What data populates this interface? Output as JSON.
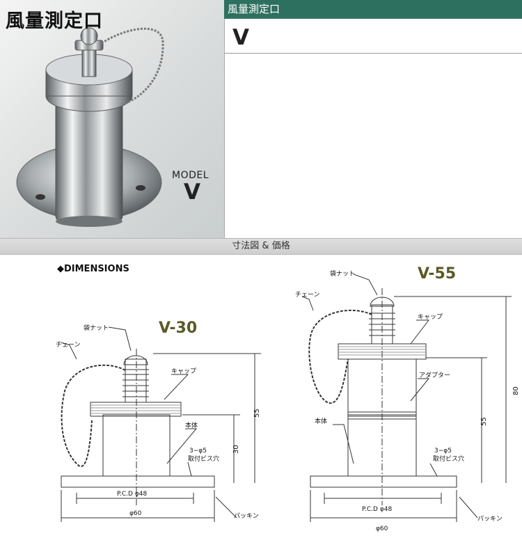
{
  "header": {
    "title": "風量測定口",
    "green_bar": "風量測定口",
    "model_code": "V"
  },
  "photo": {
    "model_label": "MODEL",
    "model_value": "V"
  },
  "section_bar": "寸法図 & 価格",
  "drawing": {
    "heading": "◆DIMENSIONS",
    "v30": {
      "title": "V-30",
      "labels": {
        "bag_nut": "袋ナット",
        "chain": "チェーン",
        "cap": "キャップ",
        "body": "本体",
        "holes_1": "3−φ5",
        "holes_2": "取付ビス穴",
        "packing": "パッキン"
      },
      "dims": {
        "height": "55",
        "body_height": "30",
        "pcd": "P.C.D φ48",
        "diameter": "φ60"
      }
    },
    "v55": {
      "title": "V-55",
      "labels": {
        "bag_nut": "袋ナット",
        "chain": "チェーン",
        "cap": "キャップ",
        "adapter": "アダプター",
        "body": "本体",
        "holes_1": "3−φ5",
        "holes_2": "取付ビス穴",
        "packing": "パッキン"
      },
      "dims": {
        "height": "80",
        "body_height": "55",
        "pcd": "P.C.D φ48",
        "diameter": "φ60"
      }
    }
  },
  "colors": {
    "green_bar": "#2e7060",
    "title_olive": "#5a5a28"
  }
}
